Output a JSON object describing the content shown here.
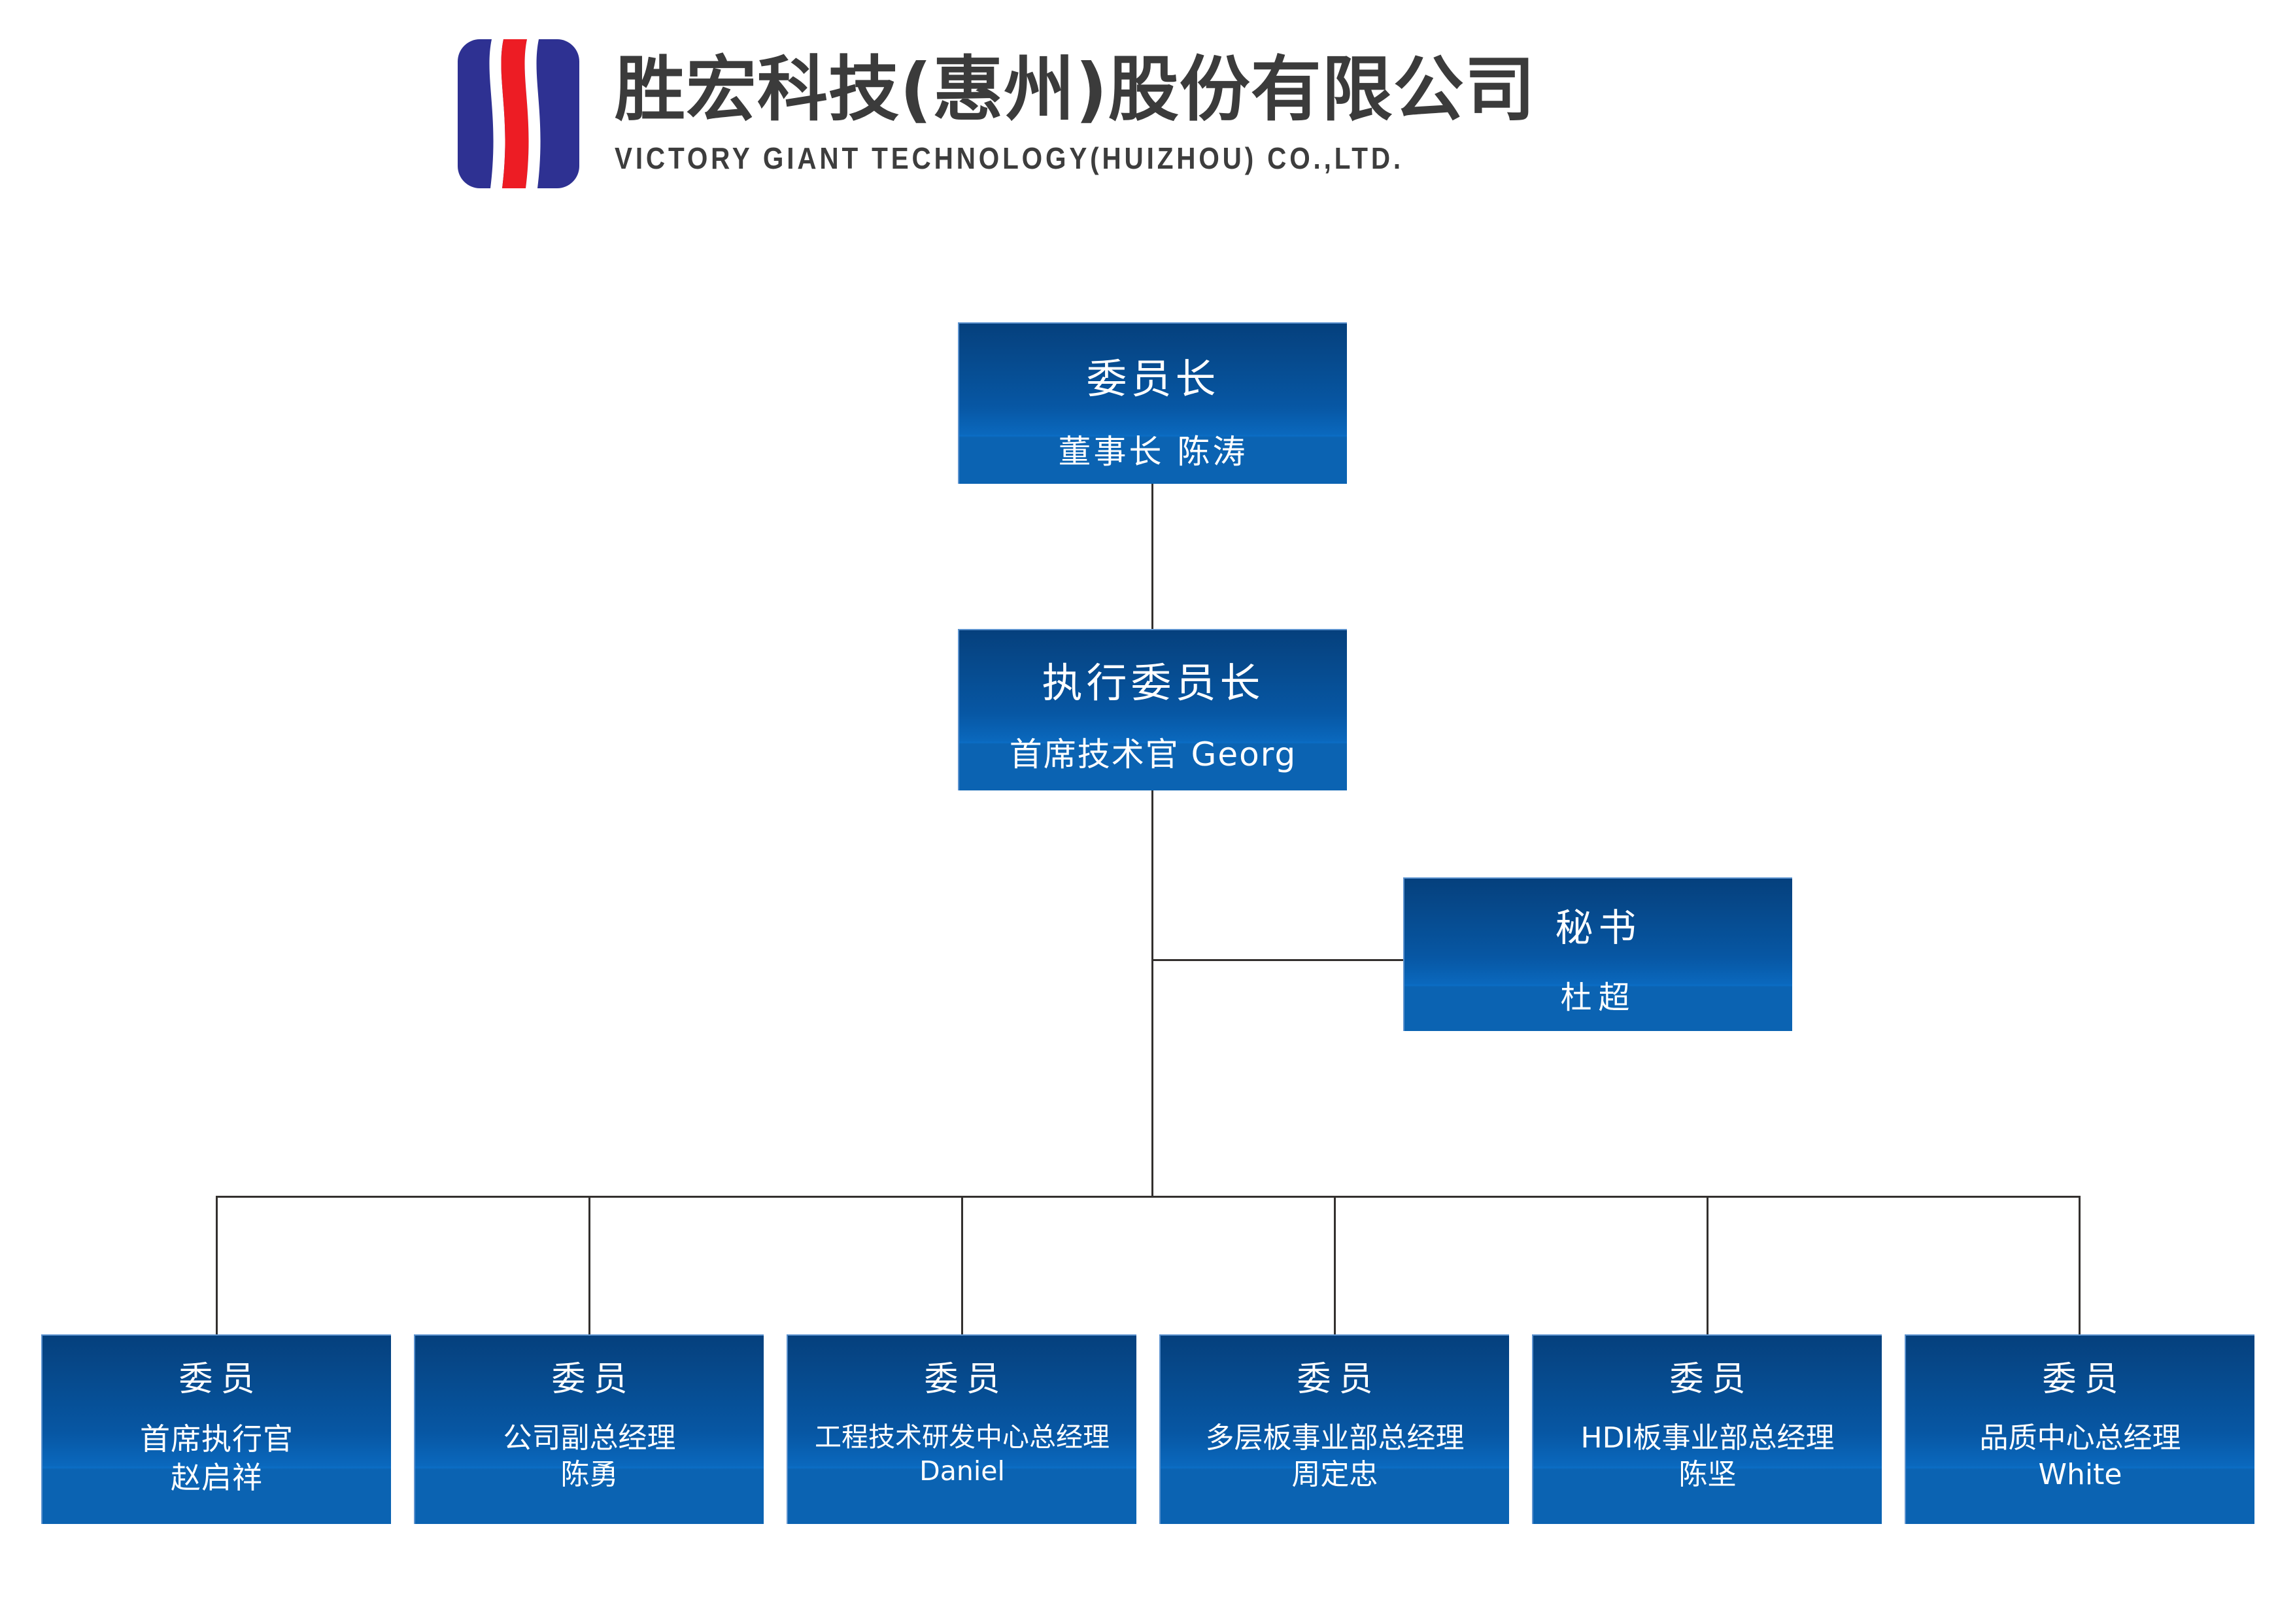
{
  "company": {
    "name_cn": "胜宏科技(惠州)股份有限公司",
    "name_en": "VICTORY GIANT TECHNOLOGY(HUIZHOU) CO.,LTD.",
    "logo_icon": "victory-giant-stripes-logo",
    "logo_colors": {
      "blue": "#2e3192",
      "red": "#ed1c24",
      "white": "#ffffff"
    }
  },
  "theme": {
    "box_gradient_top": "#05407d",
    "box_gradient_mid": "#0b6ec6",
    "box_fill_bottom": "#0b63b2",
    "box_border": "#5d93cf",
    "connector_line": "#33302e",
    "box_text": "#ffffff",
    "title_text": "#3b3b3b",
    "background": "#ffffff"
  },
  "chart": {
    "type": "org-chart",
    "chairman": {
      "title": "委员长",
      "subtitle": "董事长 陈涛"
    },
    "executive_chairman": {
      "title": "执行委员长",
      "subtitle": "首席技术官 Georg"
    },
    "secretary": {
      "title": "秘书",
      "subtitle": "杜超"
    },
    "members": [
      {
        "title": "委员",
        "role": "首席执行官",
        "name": "赵启祥",
        "size": "size-lg"
      },
      {
        "title": "委员",
        "role": "公司副总经理",
        "name": "陈勇",
        "size": "size-md"
      },
      {
        "title": "委员",
        "role": "工程技术研发中心总经理",
        "name": "Daniel",
        "size": "size-sm"
      },
      {
        "title": "委员",
        "role": "多层板事业部总经理",
        "name": "周定忠",
        "size": "size-md"
      },
      {
        "title": "委员",
        "role": "HDI板事业部总经理",
        "name": "陈坚",
        "size": "size-md"
      },
      {
        "title": "委员",
        "role": "品质中心总经理",
        "name": "White",
        "size": "size-md"
      }
    ]
  }
}
